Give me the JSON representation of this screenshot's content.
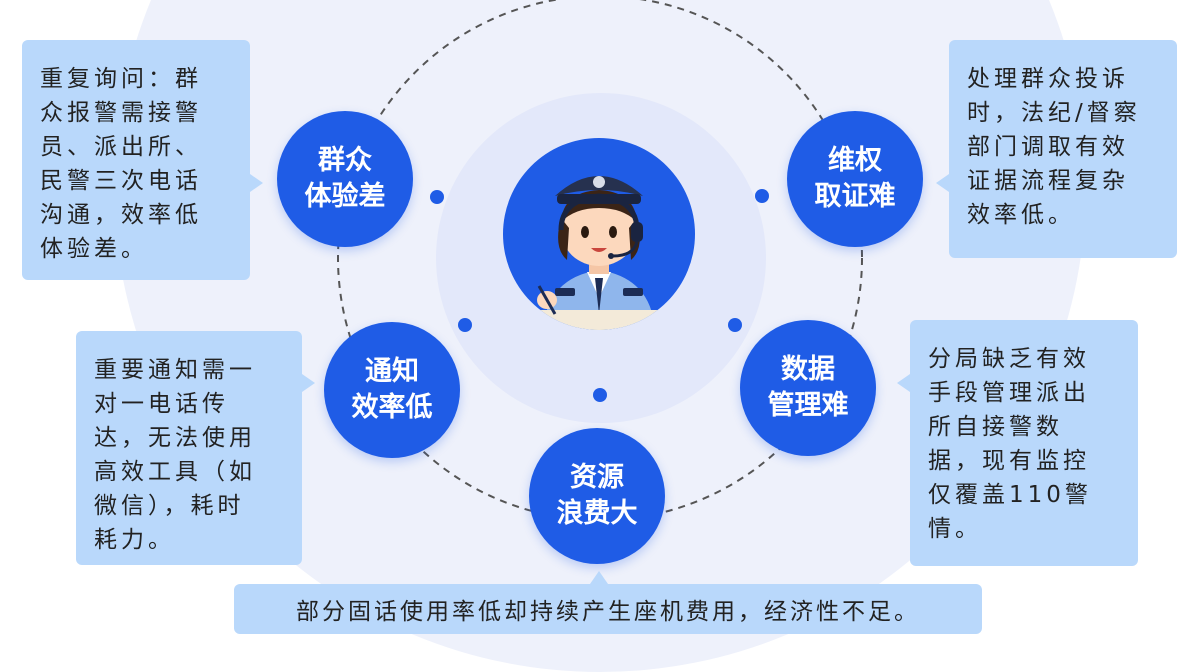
{
  "center": {
    "avatar_icon": "police-officer-with-headset-icon"
  },
  "nodes": {
    "top_left": "群众\n体验差",
    "top_right": "维权\n取证难",
    "mid_left": "通知\n效率低",
    "mid_right": "数据\n管理难",
    "bottom": "资源\n浪费大"
  },
  "cards": {
    "top_left": "重复询问：群\n众报警需接警\n员、派出所、\n民警三次电话\n沟通，效率低\n体验差。",
    "top_right": "处理群众投诉\n时，法纪/督察\n部门调取有效\n证据流程复杂\n效率低。",
    "mid_left": "重要通知需一\n对一电话传\n达，无法使用\n高效工具（如\n微信），耗时\n耗力。",
    "mid_right": "分局缺乏有效\n手段管理派出\n所自接警数\n据，现有监控\n仅覆盖110警\n情。",
    "bottom": "部分固话使用率低却持续产生座机费用，经济性不足。"
  },
  "colors": {
    "accent": "#1f5ce6",
    "card": "#b9d8fb",
    "background": "#eef1fb"
  }
}
